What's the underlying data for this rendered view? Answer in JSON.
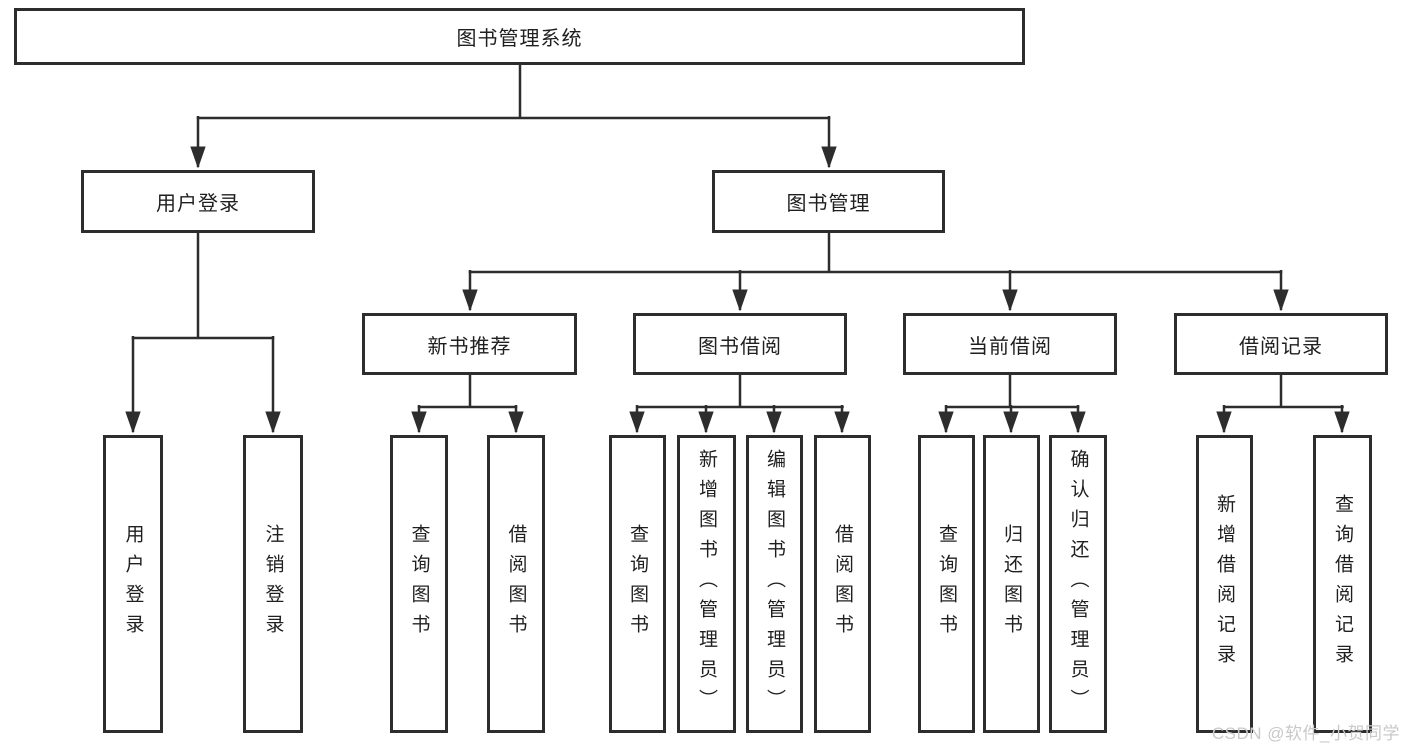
{
  "watermark": "CSDN @软件_小贺同学",
  "colors": {
    "line": "#2d2d2d",
    "box_border": "#2d2d2d",
    "text": "#1f1f1f",
    "watermark_text": "#c9c9c9",
    "background": "#ffffff"
  },
  "tree": {
    "root": "图书管理系统",
    "branches": [
      {
        "label": "用户登录",
        "leaves": [
          "用户登录",
          "注销登录"
        ]
      },
      {
        "label": "图书管理",
        "children": [
          {
            "label": "新书推荐",
            "leaves": [
              "查询图书",
              "借阅图书"
            ]
          },
          {
            "label": "图书借阅",
            "leaves": [
              "查询图书",
              "新增图书（管理员）",
              "编辑图书（管理员）",
              "借阅图书"
            ]
          },
          {
            "label": "当前借阅",
            "leaves": [
              "查询图书",
              "归还图书",
              "确认归还（管理员）"
            ]
          },
          {
            "label": "借阅记录",
            "leaves": [
              "新增借阅记录",
              "查询借阅记录"
            ]
          }
        ]
      }
    ]
  }
}
